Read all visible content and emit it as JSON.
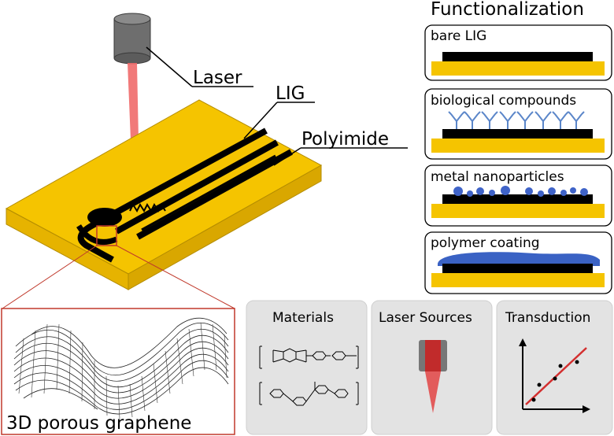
{
  "labels": {
    "laser": "Laser",
    "lig": "LIG",
    "polyimide": "Polyimide",
    "graphene": "3D porous graphene"
  },
  "functionalization": {
    "title": "Functionalization",
    "items": [
      {
        "label": "bare LIG"
      },
      {
        "label": "biological compounds"
      },
      {
        "label": "metal nanoparticles"
      },
      {
        "label": "polymer coating"
      }
    ]
  },
  "panels": {
    "materials": "Materials",
    "laser_sources": "Laser Sources",
    "transduction": "Transduction"
  },
  "colors": {
    "substrate": "#f5c400",
    "substrate_side": "#d9a700",
    "lig": "#000000",
    "laser_beam": "#f06a6a",
    "laser_head": "#6e6e6e",
    "antibody": "#5b86c9",
    "nanoparticle": "#3f63c8",
    "polymer": "#3a62c4",
    "panel_bg": "#e3e3e3",
    "zoom_box": "#c0392b",
    "fit_line": "#d32f2f"
  }
}
